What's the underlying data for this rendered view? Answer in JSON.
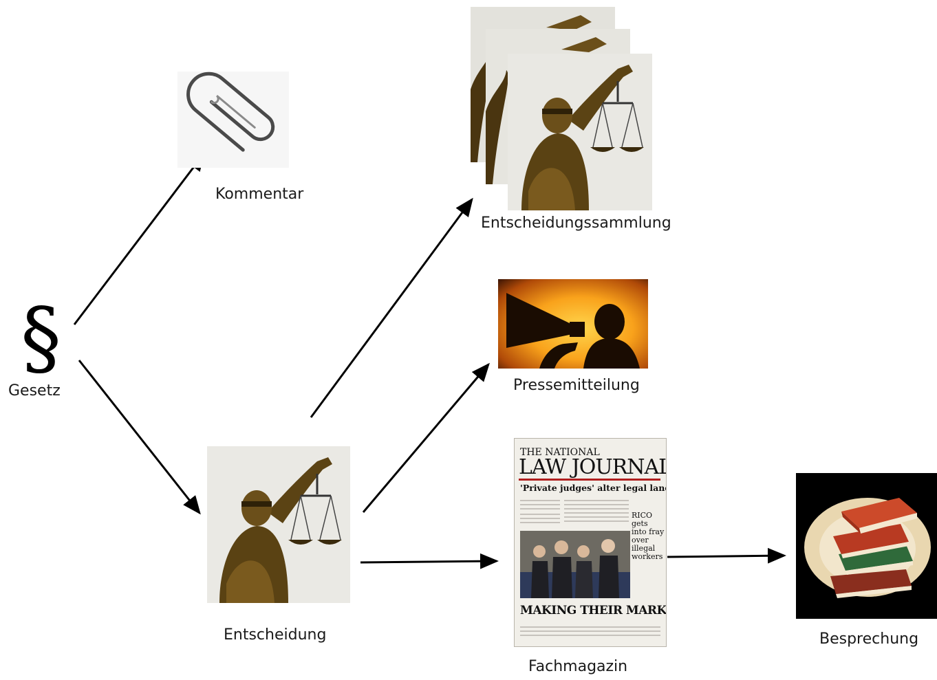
{
  "nodes": {
    "gesetz": {
      "symbol": "§",
      "label": "Gesetz"
    },
    "kommentar": {
      "label": "Kommentar",
      "icon": "paperclip-icon"
    },
    "entscheidung": {
      "label": "Entscheidung",
      "icon": "justitia-statue"
    },
    "entscheidungssammlung": {
      "label": "Entscheidungssammlung",
      "icon": "justitia-statue-stack"
    },
    "pressemitteilung": {
      "label": "Pressemitteilung",
      "icon": "megaphone-silhouette"
    },
    "fachmagazin": {
      "label": "Fachmagazin",
      "icon": "newspaper",
      "masthead_top": "THE NATIONAL",
      "masthead": "LAW JOURNAL",
      "headline": "'Private judges' alter legal landscape",
      "sidebar_headline": "RICO gets into fray over illegal workers",
      "bottom_headline": "MAKING THEIR MARK"
    },
    "besprechung": {
      "label": "Besprechung",
      "icon": "books-stack"
    }
  },
  "edges": [
    {
      "from": "Gesetz",
      "to": "Kommentar"
    },
    {
      "from": "Gesetz",
      "to": "Entscheidung"
    },
    {
      "from": "Entscheidung",
      "to": "Entscheidungssammlung"
    },
    {
      "from": "Entscheidung",
      "to": "Pressemitteilung"
    },
    {
      "from": "Entscheidung",
      "to": "Fachmagazin"
    },
    {
      "from": "Fachmagazin",
      "to": "Besprechung"
    }
  ]
}
